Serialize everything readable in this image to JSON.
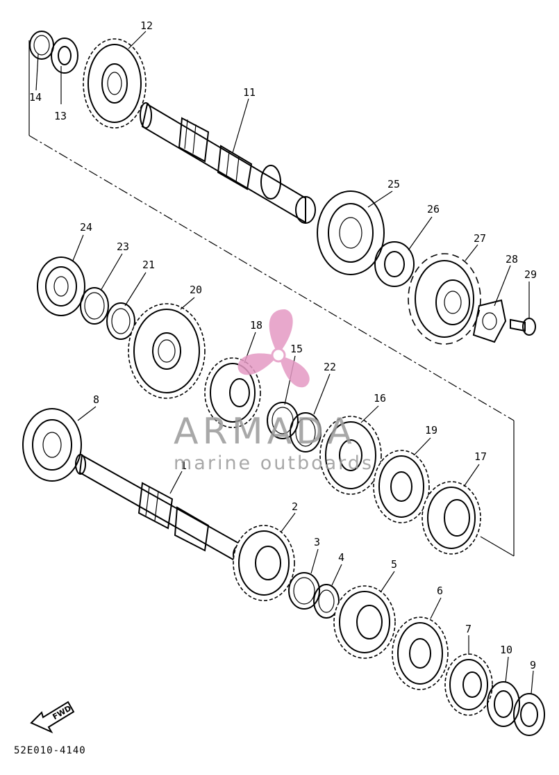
{
  "diagram": {
    "drawing_code": "52E010-4140",
    "fwd_marker": "FWD",
    "watermark": {
      "brand": "ARMADA",
      "tagline": "marine outboards",
      "accent_color": "#e49ac4"
    },
    "callouts": [
      "1",
      "2",
      "3",
      "4",
      "5",
      "6",
      "7",
      "8",
      "9",
      "10",
      "11",
      "12",
      "13",
      "14",
      "15",
      "16",
      "17",
      "18",
      "19",
      "20",
      "21",
      "22",
      "23",
      "24",
      "25",
      "26",
      "27",
      "28",
      "29"
    ]
  }
}
